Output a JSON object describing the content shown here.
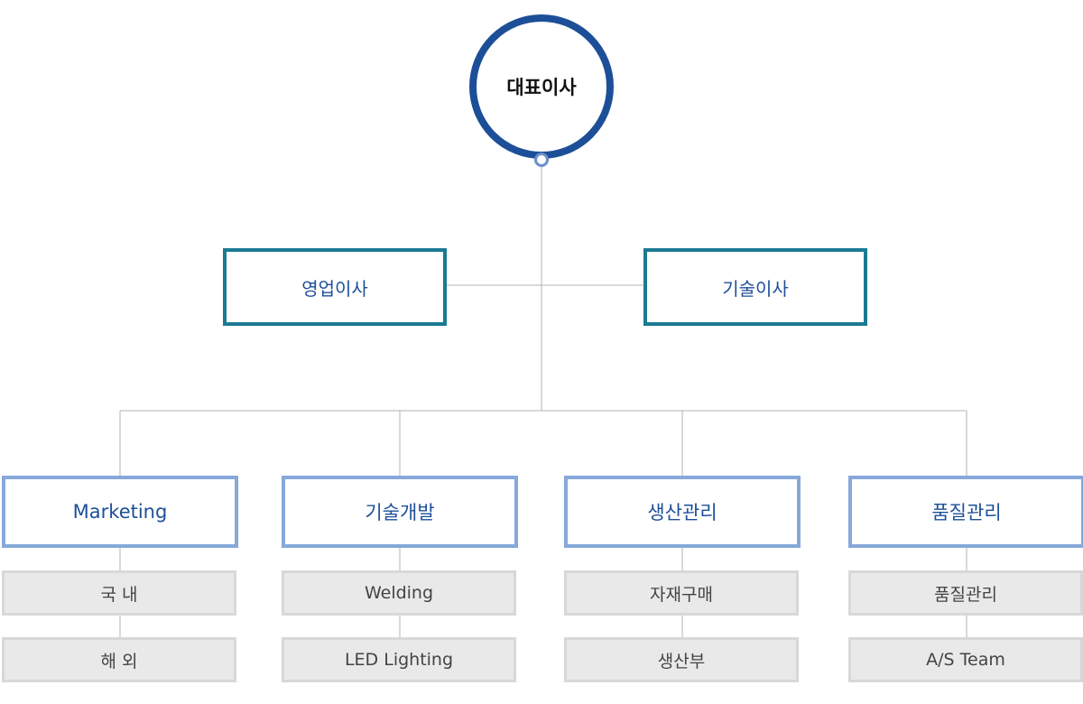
{
  "org_chart": {
    "ceo": {
      "label": "대표이사"
    },
    "directors": [
      {
        "label": "영업이사"
      },
      {
        "label": "기술이사"
      }
    ],
    "departments": [
      {
        "label": "Marketing",
        "teams": [
          {
            "label": "국 내"
          },
          {
            "label": "해 외"
          }
        ]
      },
      {
        "label": "기술개발",
        "teams": [
          {
            "label": "Welding"
          },
          {
            "label": "LED Lighting"
          }
        ]
      },
      {
        "label": "생산관리",
        "teams": [
          {
            "label": "자재구매"
          },
          {
            "label": "생산부"
          }
        ]
      },
      {
        "label": "품질관리",
        "teams": [
          {
            "label": "품질관리"
          },
          {
            "label": "A/S Team"
          }
        ]
      }
    ]
  },
  "colors": {
    "ceo_ring": "#1d4f98",
    "director_border": "#1b7a94",
    "department_border": "#86a8da",
    "team_fill": "#e9e9e9",
    "connector": "#b3b3b3",
    "label_blue": "#1d4f98"
  }
}
